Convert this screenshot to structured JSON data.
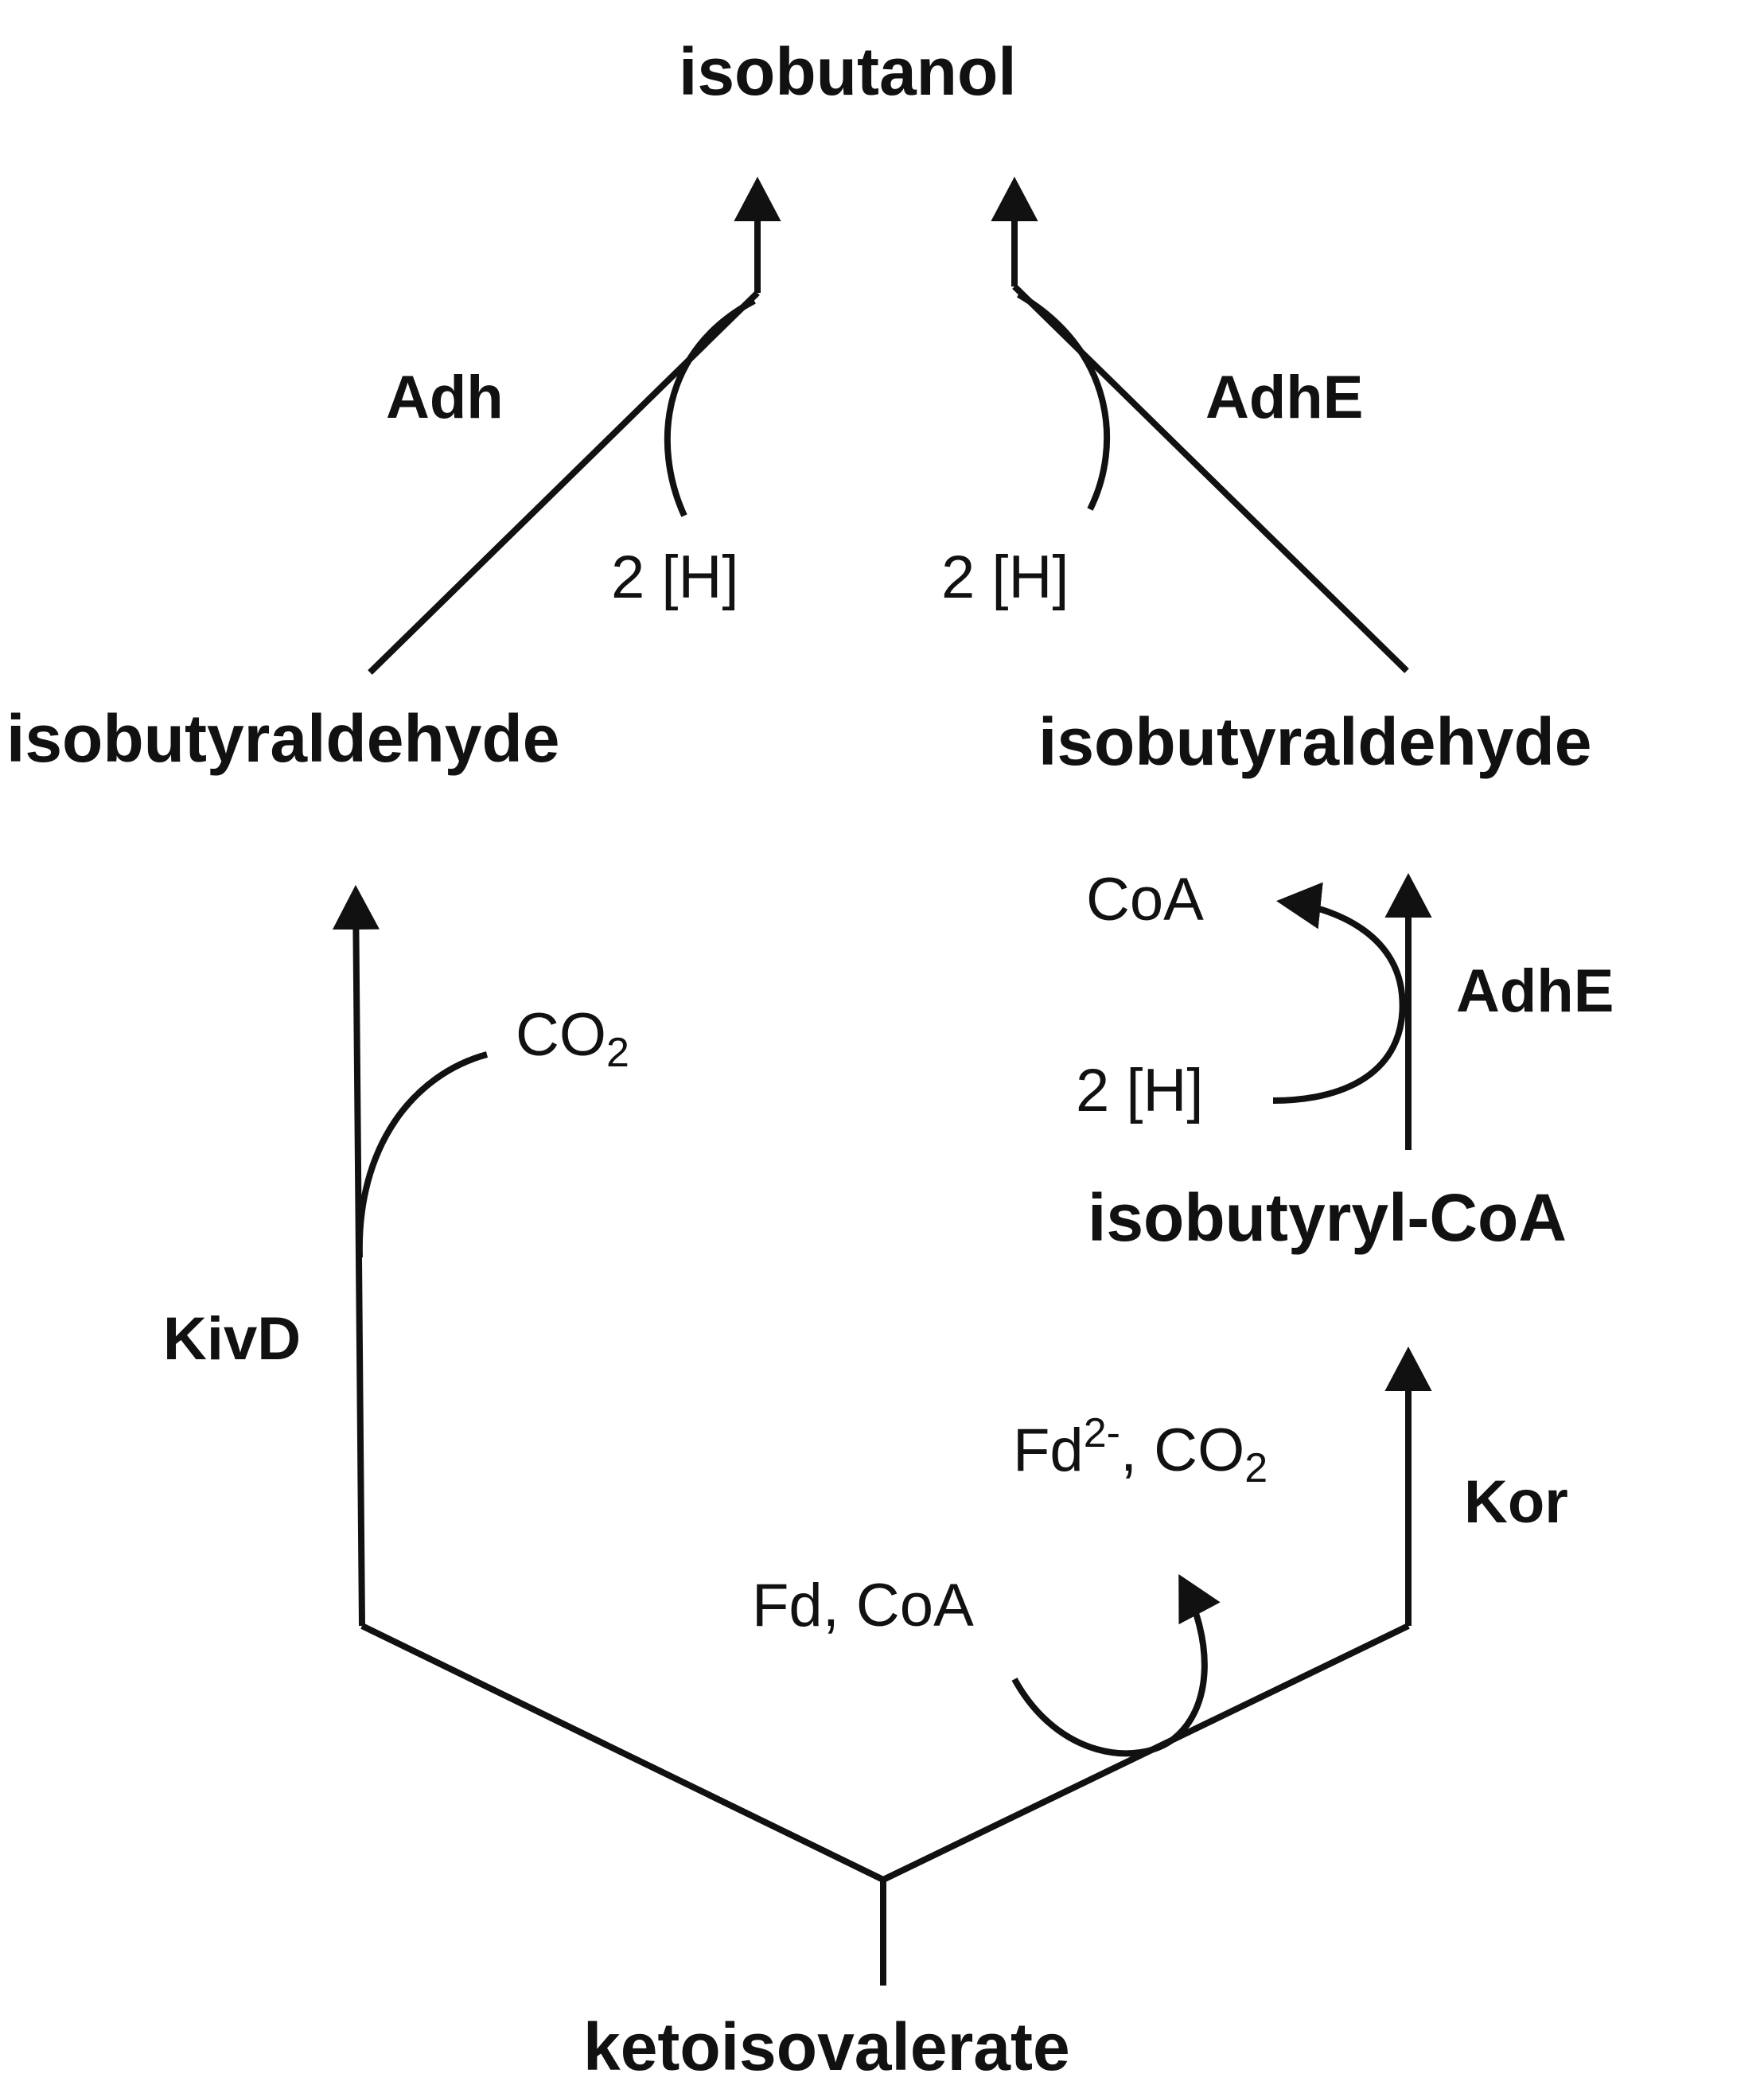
{
  "compounds": {
    "product": "isobutanol",
    "aldehyde_left": "isobutyraldehyde",
    "aldehyde_right": "isobutyraldehyde",
    "acyl_coa": "isobutyryl-CoA",
    "substrate": "ketoisovalerate"
  },
  "enzymes": {
    "adh": "Adh",
    "adhe_top": "AdhE",
    "adhe_mid": "AdhE",
    "kivd": "KivD",
    "kor": "Kor"
  },
  "cofactors": {
    "h_left": "2 [H]",
    "h_right": "2 [H]",
    "coa_out": "CoA",
    "h_mid": "2 [H]",
    "co2_left_base": "CO",
    "co2_left_sub": "2",
    "fd_out_base": "Fd",
    "fd_out_sup": "2-",
    "fd_out_rest": ", CO",
    "fd_out_sub": "2",
    "fd_in": "Fd, CoA"
  },
  "colors": {
    "stroke": "#111111",
    "background": "#ffffff"
  }
}
